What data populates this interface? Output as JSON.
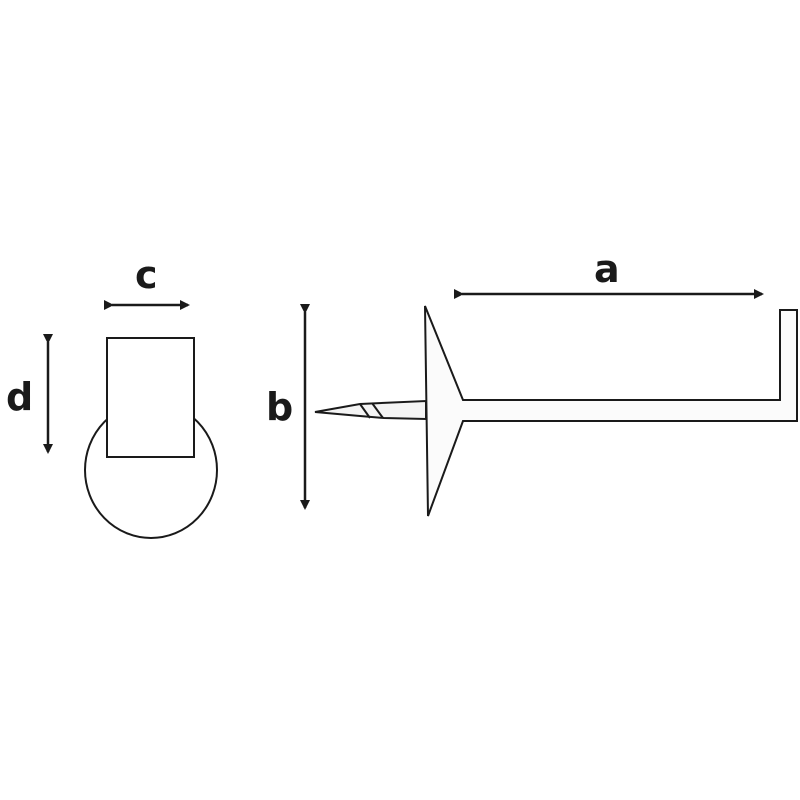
{
  "diagram": {
    "labels": {
      "a": "a",
      "b": "b",
      "c": "c",
      "d": "d"
    },
    "colors": {
      "stroke": "#1a1a1a",
      "fill": "#ffffff"
    }
  }
}
